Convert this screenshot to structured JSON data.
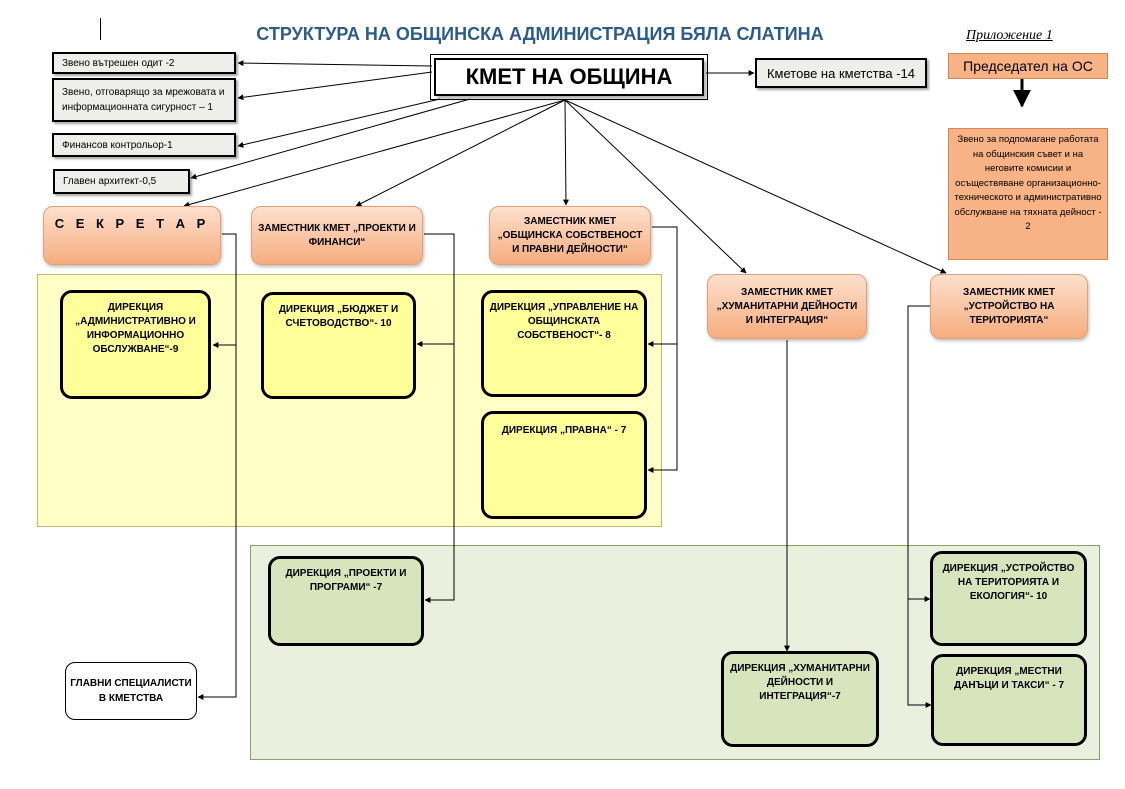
{
  "title": "СТРУКТУРА НА ОБЩИНСКА АДМИНИСТРАЦИЯ БЯЛА СЛАТИНА",
  "annex": "Приложение 1",
  "mayor": "КМЕТ НА ОБЩИНА",
  "village_mayors": "Кметове на кметства -14",
  "council_chair": "Председател на ОС",
  "council_support": "Звено за подпомагане работата на общинския съвет и на неговите комисии и осъществяване организационно-техническото и административно обслужване на тяхната дейност - 2",
  "units": [
    "Звено вътрешен одит -2",
    "Звено, отговарящо за мрежовата и информационната сигурност – 1",
    "Финансов контрольор-1",
    "Главен архитект-0,5"
  ],
  "deputies": {
    "secretary": "С Е К Р Е Т А Р",
    "projects_finance": "ЗАМЕСТНИК КМЕТ „ПРОЕКТИ И ФИНАНСИ“",
    "property_legal": "ЗАМЕСТНИК КМЕТ „ОБЩИНСКА СОБСТВЕНОСТ И ПРАВНИ ДЕЙНОСТИ“",
    "humanitarian": "ЗАМЕСТНИК КМЕТ „ХУМАНИТАРНИ ДЕЙНОСТИ И ИНТЕГРАЦИЯ“",
    "territory": "ЗАМЕСТНИК КМЕТ „УСТРОЙСТВО НА ТЕРИТОРИЯТА“"
  },
  "directorates": {
    "admin": "ДИРЕКЦИЯ „АДМИНИСТРАТИВНО И ИНФОРМАЦИОННО ОБСЛУЖВАНЕ“-9",
    "budget": "ДИРЕКЦИЯ „БЮДЖЕТ И СЧЕТОВОДСТВО“- 10",
    "property": "ДИРЕКЦИЯ „УПРАВЛЕНИЕ НА ОБЩИНСКАТА СОБСТВЕНОСТ“- 8",
    "legal": "ДИРЕКЦИЯ „ПРАВНА“ - 7",
    "projects": "ДИРЕКЦИЯ „ПРОЕКТИ И ПРОГРАМИ“ -7",
    "humanitarian": "ДИРЕКЦИЯ „ХУМАНИТАРНИ ДЕЙНОСТИ И ИНТЕГРАЦИЯ“-7",
    "territory": "ДИРЕКЦИЯ „УСТРОЙСТВО НА ТЕРИТОРИЯТА И ЕКОЛОГИЯ“- 10",
    "taxes": "ДИРЕКЦИЯ „МЕСТНИ ДАНЪЦИ И ТАКСИ“ - 7"
  },
  "village_specialists": "ГЛАВНИ СПЕЦИАЛИСТИ В КМЕТСТВА"
}
